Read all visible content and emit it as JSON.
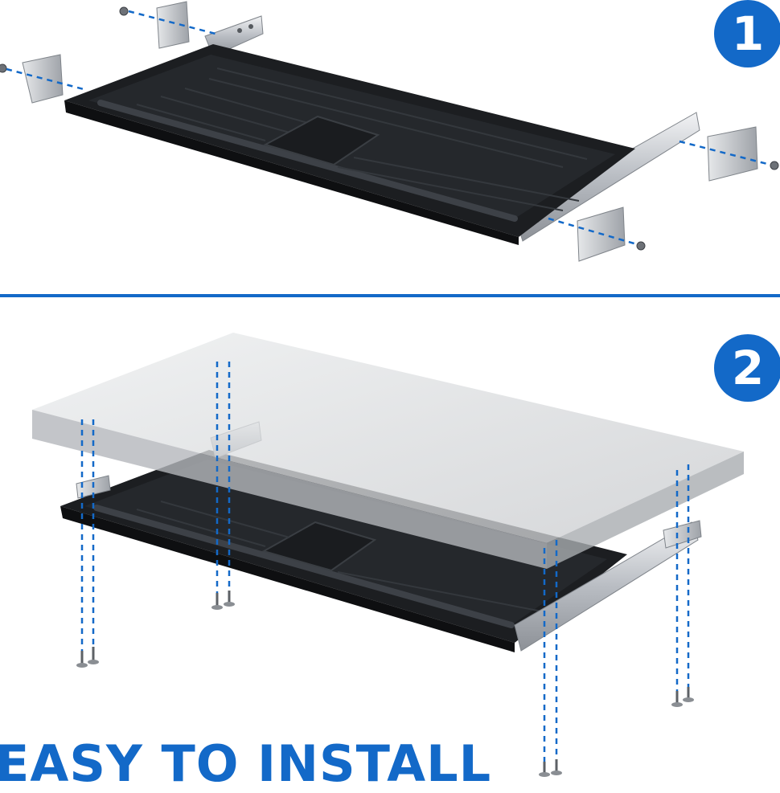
{
  "steps": [
    {
      "number": "1"
    },
    {
      "number": "2"
    }
  ],
  "headline": "EASY TO INSTALL",
  "colors": {
    "accent": "#1369c8",
    "tray": "#16181b",
    "rail": "#c9ccd1",
    "desk": "#d7d9dc"
  },
  "icons": [
    "screw-icon",
    "mounting-bracket-icon",
    "slide-rail-icon",
    "keyboard-tray-icon",
    "desk-top-icon"
  ]
}
